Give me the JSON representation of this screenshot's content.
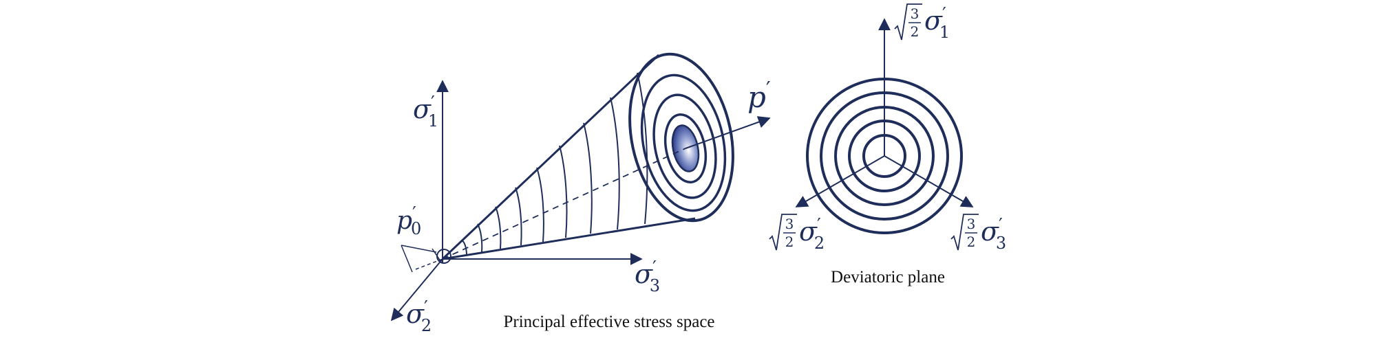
{
  "left": {
    "caption": "Principal effective stress space",
    "axis_sigma1": {
      "sym": "σ",
      "sub": "1",
      "prime": "′"
    },
    "axis_sigma2": {
      "sym": "σ",
      "sub": "2",
      "prime": "′"
    },
    "axis_sigma3": {
      "sym": "σ",
      "sub": "3",
      "prime": "′"
    },
    "axis_p": {
      "sym": "p",
      "prime": "′"
    },
    "p0": {
      "sym": "p",
      "sub": "0",
      "prime": "′"
    }
  },
  "right": {
    "caption": "Deviatoric plane",
    "axis_top": {
      "frac_num": "3",
      "frac_den": "2",
      "sym": "σ",
      "sub": "1",
      "prime": "′"
    },
    "axis_left": {
      "frac_num": "3",
      "frac_den": "2",
      "sym": "σ",
      "sub": "2",
      "prime": "′"
    },
    "axis_right": {
      "frac_num": "3",
      "frac_den": "2",
      "sym": "σ",
      "sub": "3",
      "prime": "′"
    }
  },
  "colors": {
    "ink": "#1f2d5a",
    "fill_dark": "#3a4d9a"
  }
}
